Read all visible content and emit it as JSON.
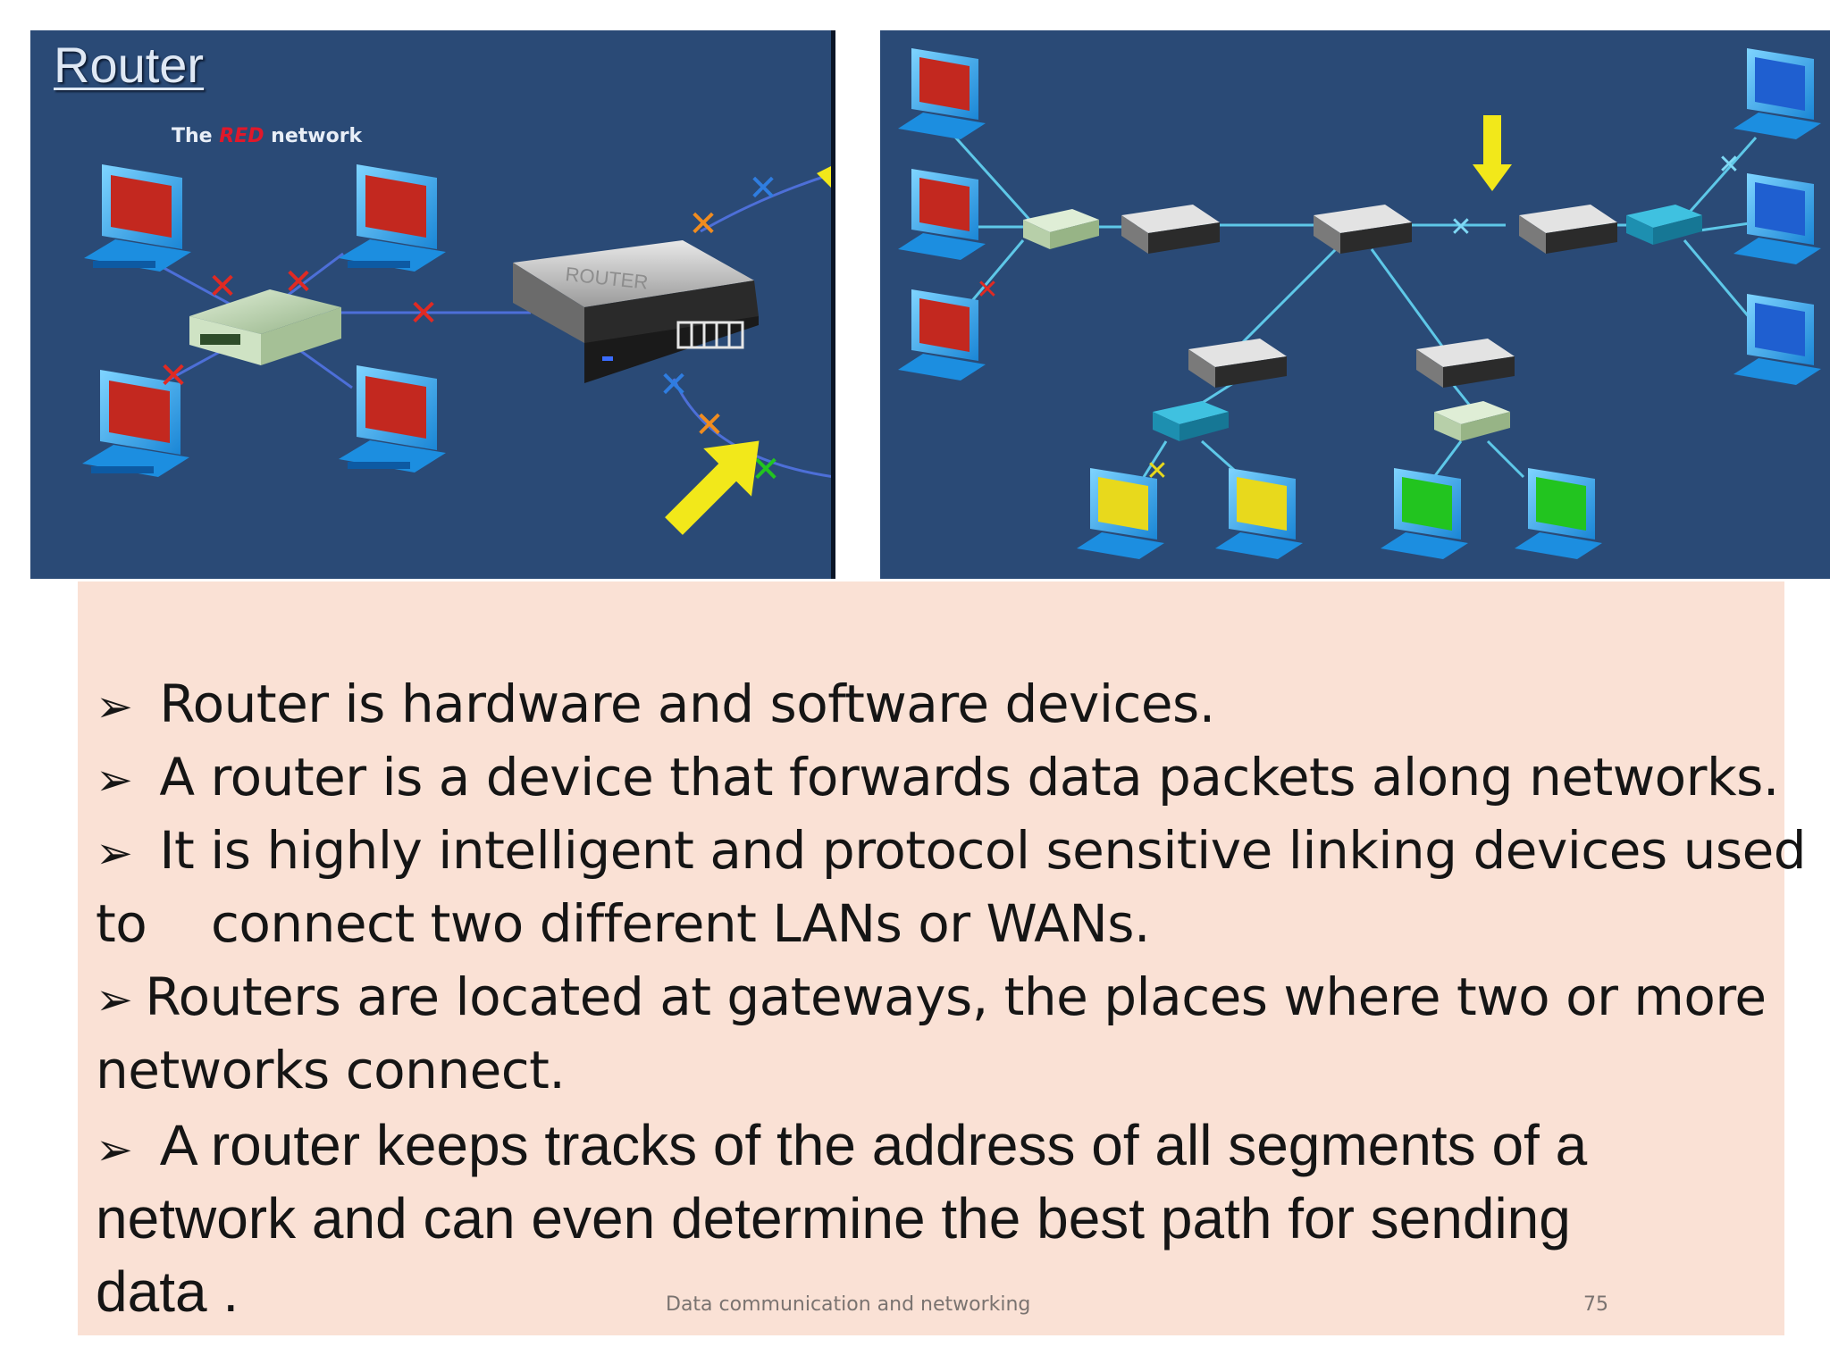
{
  "left_panel": {
    "title": "Router",
    "caption_prefix": "The",
    "caption_highlight": "RED",
    "caption_suffix": "network",
    "router_label": "ROUTER"
  },
  "slide": {
    "bullets": [
      {
        "marker": "➢",
        "text": "Router is hardware and software devices."
      },
      {
        "marker": "➢",
        "text": "A router is a device that forwards data packets along networks."
      },
      {
        "marker": "➢",
        "text": "It is highly intelligent and protocol sensitive linking devices used",
        "continuation": "to    connect two different LANs or WANs."
      },
      {
        "marker": "➢",
        "text": "Routers are located at gateways, the places where two or more",
        "continuation": "networks connect."
      },
      {
        "marker": "➢",
        "text": "A router keeps tracks of the address of all segments of a",
        "continuation": "network and can even determine the best path for sending",
        "continuation2": "data ."
      }
    ],
    "footer": "Data communication and networking",
    "page_number": "75"
  },
  "colors": {
    "panel_background": "#2a4a76",
    "text_background": "#fae1d5",
    "red_network": "#d8232a",
    "blue_network": "#2f7de0",
    "yellow_network": "#e8d91c",
    "green_network": "#22c41f",
    "arrow": "#f2e81a"
  },
  "icons": [
    "computer-icon",
    "hub-icon",
    "router-icon",
    "packet-icon",
    "arrow-icon"
  ]
}
